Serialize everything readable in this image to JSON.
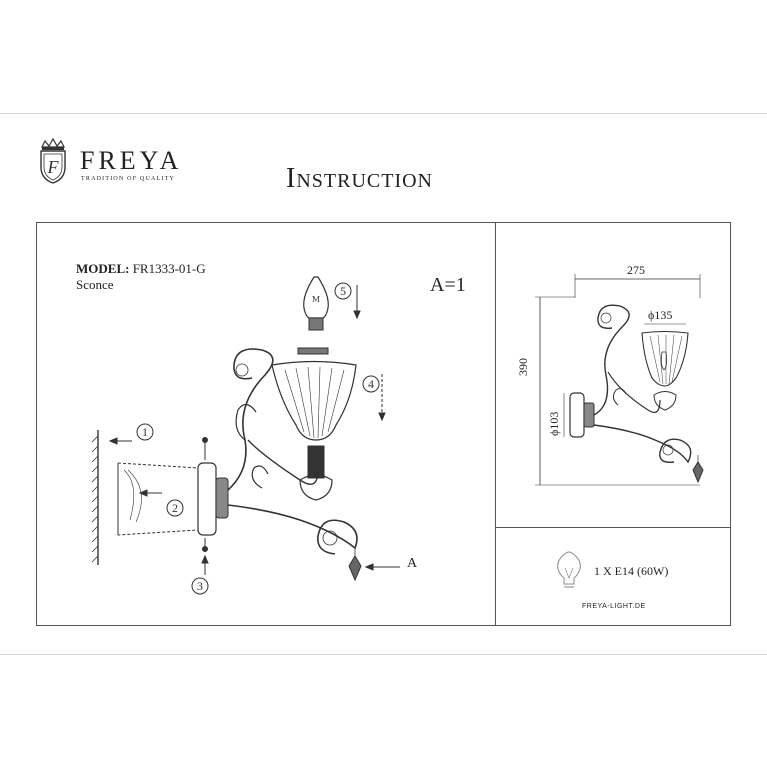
{
  "header": {
    "brand_name": "FREYA",
    "brand_tagline": "TRADITION OF QUALITY",
    "title": "Instruction"
  },
  "model": {
    "label": "MODEL:",
    "code": "FR1333-01-G",
    "type": "Sconce"
  },
  "assembly": {
    "quantity_note": "A=1",
    "part_label": "A",
    "steps": [
      "1",
      "2",
      "3",
      "4",
      "5"
    ]
  },
  "dimensions": {
    "width": "275",
    "height": "390",
    "shade_diameter": "ϕ135",
    "base_diameter": "ϕ103"
  },
  "bulb": {
    "spec": "1 X E14 (60W)"
  },
  "footer": {
    "website": "FREYA-LIGHT.DE"
  }
}
